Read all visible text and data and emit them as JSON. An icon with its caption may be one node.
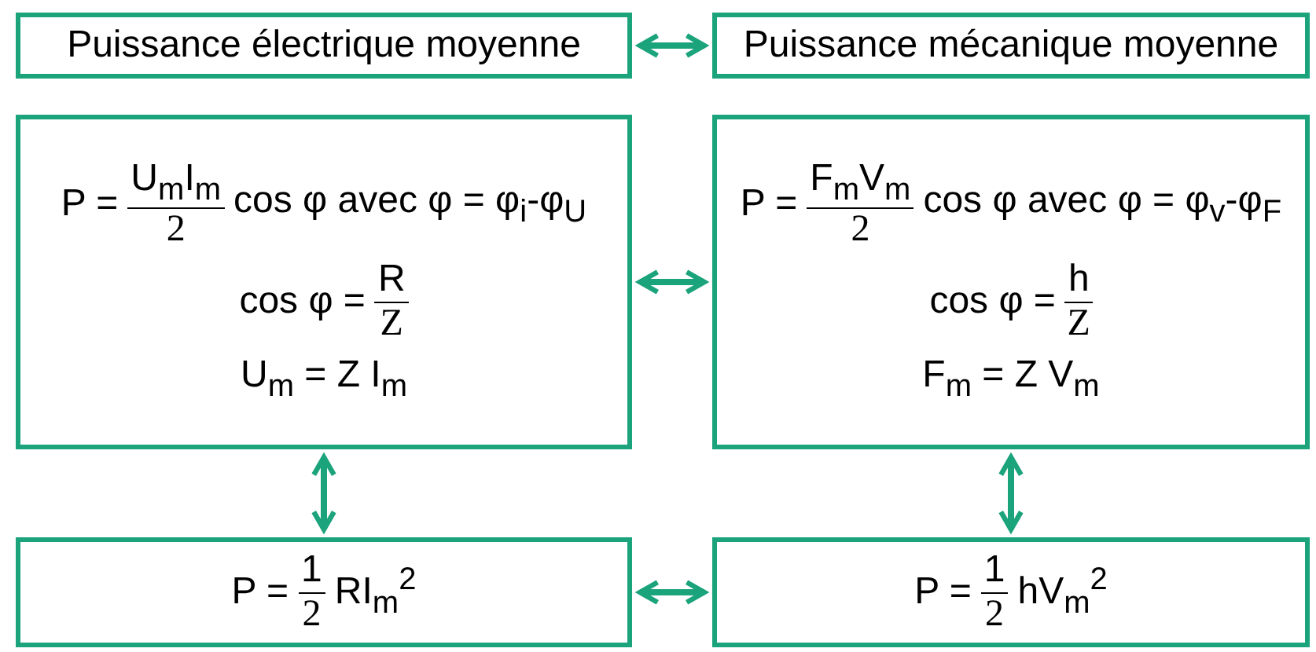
{
  "diagram": {
    "nodes": [
      {
        "text": [
          "Puissance électrique moyenne"
        ]
      },
      {
        "text": [
          "Puissance mécanique moyenne"
        ]
      },
      {
        "text": [
          "P =",
          "U$_{m}$I$_{m}$",
          "2",
          "cos φ avec φ = φ$_{i}$-φ$_{U}$",
          "cos φ =",
          "R",
          "Z",
          "U$_{m}$ = Z I$_{m}$"
        ]
      },
      {
        "text": [
          "P =",
          "F$_{m}$V$_{m}$",
          "2",
          "cos φ avec φ = φ$_{v}$-φ$_{F}$",
          "cos φ =",
          "h",
          "Z",
          "F$_{m}$ = Z V$_{m}$"
        ]
      },
      {
        "text": [
          "P =",
          "1",
          "2",
          "RI$_{m}$$^{2}$"
        ]
      },
      {
        "text": [
          "P =",
          "1",
          "2",
          "hV$_{m}$$^{2}$"
        ]
      }
    ],
    "edges": [
      {
        "from": 0,
        "to": 1,
        "arrow": "both"
      },
      {
        "from": 2,
        "to": 3,
        "arrow": "both"
      },
      {
        "from": 2,
        "to": 4,
        "arrow": "both"
      },
      {
        "from": 3,
        "to": 5,
        "arrow": "both"
      },
      {
        "from": 4,
        "to": 5,
        "arrow": "both"
      }
    ]
  }
}
